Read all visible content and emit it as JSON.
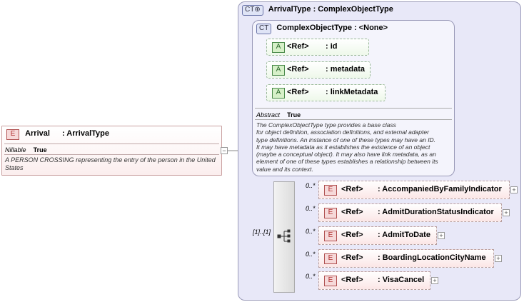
{
  "arrival": {
    "badge": "E",
    "name": "Arrival",
    "type": ": ArrivalType",
    "nillable_label": "Nillable",
    "nillable_value": "True",
    "doc": "A PERSON CROSSING representing the entry of the person in the United States",
    "collapse_symbol": "−"
  },
  "arrival_type": {
    "badge": "CT",
    "name": "ArrivalType : ComplexObjectType"
  },
  "complex_object_type": {
    "badge": "CT",
    "name": "ComplexObjectType : <None>",
    "abstract_label": "Abstract",
    "abstract_value": "True",
    "doc_lines": [
      "The ComplexObjectType type provides a base class",
      "for object definition, association definitions, and external adapter",
      "type definitions. An instance of one of these types may have an ID.",
      "It may have metadata as it establishes the existence of an object",
      "(maybe a conceptual object). It may also have link metadata, as an",
      "element of one of these types establishes a relationship between its",
      "value and its context."
    ],
    "attributes": [
      {
        "badge": "A",
        "ref": "<Ref>",
        "name": ": id"
      },
      {
        "badge": "A",
        "ref": "<Ref>",
        "name": ": metadata"
      },
      {
        "badge": "A",
        "ref": "<Ref>",
        "name": ": linkMetadata"
      }
    ]
  },
  "sequence": {
    "cardinality": "[1]..[1]"
  },
  "elements": [
    {
      "badge": "E",
      "ref": "<Ref>",
      "name": ": AccompaniedByFamilyIndicator",
      "cardinality": "0..*",
      "expand": "+"
    },
    {
      "badge": "E",
      "ref": "<Ref>",
      "name": ": AdmitDurationStatusIndicator",
      "cardinality": "0..*",
      "expand": "+"
    },
    {
      "badge": "E",
      "ref": "<Ref>",
      "name": ": AdmitToDate",
      "cardinality": "0..*",
      "expand": "+"
    },
    {
      "badge": "E",
      "ref": "<Ref>",
      "name": ": BoardingLocationCityName",
      "cardinality": "0..*",
      "expand": "+"
    },
    {
      "badge": "E",
      "ref": "<Ref>",
      "name": ": VisaCancel",
      "cardinality": "0..*",
      "expand": "+"
    }
  ]
}
